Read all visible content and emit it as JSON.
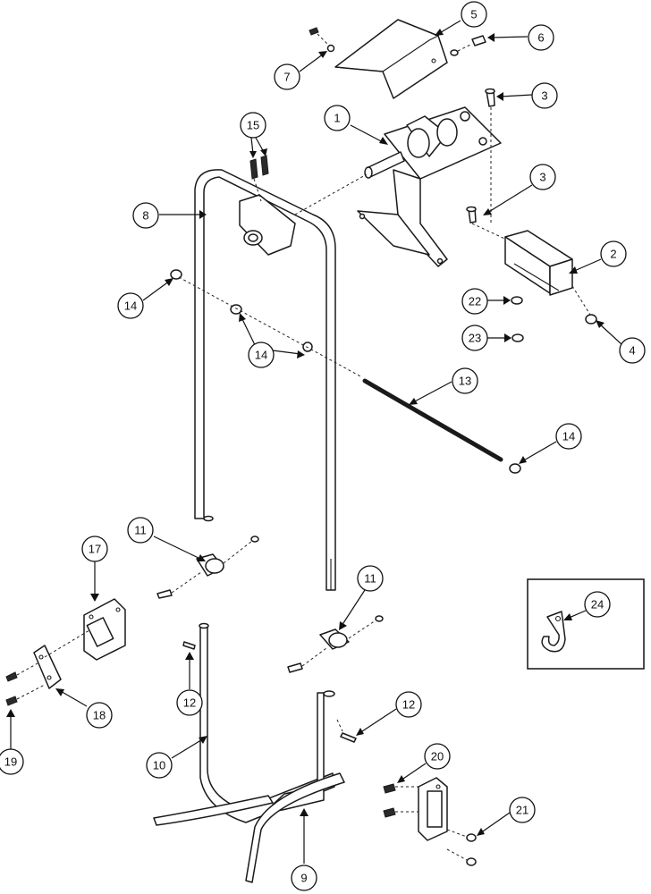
{
  "callouts": [
    {
      "id": "c1",
      "label": "1"
    },
    {
      "id": "c2",
      "label": "2"
    },
    {
      "id": "c3a",
      "label": "3"
    },
    {
      "id": "c3b",
      "label": "3"
    },
    {
      "id": "c4",
      "label": "4"
    },
    {
      "id": "c5",
      "label": "5"
    },
    {
      "id": "c6",
      "label": "6"
    },
    {
      "id": "c7",
      "label": "7"
    },
    {
      "id": "c8",
      "label": "8"
    },
    {
      "id": "c9",
      "label": "9"
    },
    {
      "id": "c10",
      "label": "10"
    },
    {
      "id": "c11a",
      "label": "11"
    },
    {
      "id": "c11b",
      "label": "11"
    },
    {
      "id": "c12a",
      "label": "12"
    },
    {
      "id": "c12b",
      "label": "12"
    },
    {
      "id": "c13",
      "label": "13"
    },
    {
      "id": "c14a",
      "label": "14"
    },
    {
      "id": "c14b",
      "label": "14"
    },
    {
      "id": "c14c",
      "label": "14"
    },
    {
      "id": "c15",
      "label": "15"
    },
    {
      "id": "c17",
      "label": "17"
    },
    {
      "id": "c18",
      "label": "18"
    },
    {
      "id": "c19",
      "label": "19"
    },
    {
      "id": "c20",
      "label": "20"
    },
    {
      "id": "c21",
      "label": "21"
    },
    {
      "id": "c22",
      "label": "22"
    },
    {
      "id": "c23",
      "label": "23"
    },
    {
      "id": "c24",
      "label": "24"
    }
  ]
}
